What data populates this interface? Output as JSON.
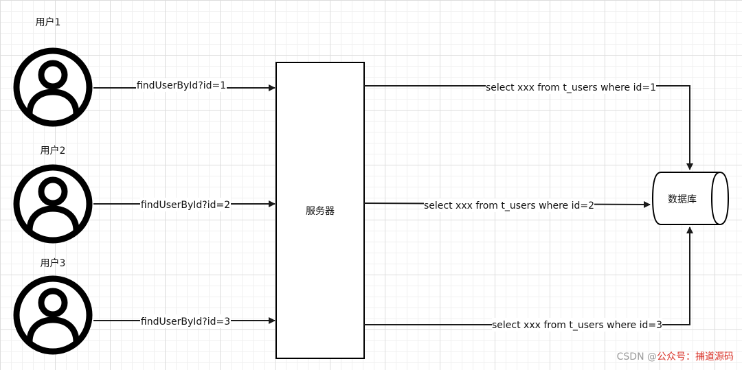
{
  "users": [
    {
      "label": "用户1",
      "request": "findUserById?id=1"
    },
    {
      "label": "用户2",
      "request": "findUserById?id=2"
    },
    {
      "label": "用户3",
      "request": "findUserById?id=3"
    }
  ],
  "server": {
    "label": "服务器"
  },
  "database": {
    "label": "数据库"
  },
  "queries": [
    "select xxx from t_users where id=1",
    "select xxx from t_users where id=2",
    "select xxx from t_users where id=3"
  ],
  "watermark": {
    "prefix": "CSDN @",
    "source": "公众号：",
    "name": "捕道源码"
  },
  "colors": {
    "line": "#1a1a1a",
    "grid": "#dcdcdc",
    "watermark_accent": "#d9352b"
  },
  "icons": {
    "user": "user-avatar-icon",
    "database": "database-cylinder-icon"
  }
}
